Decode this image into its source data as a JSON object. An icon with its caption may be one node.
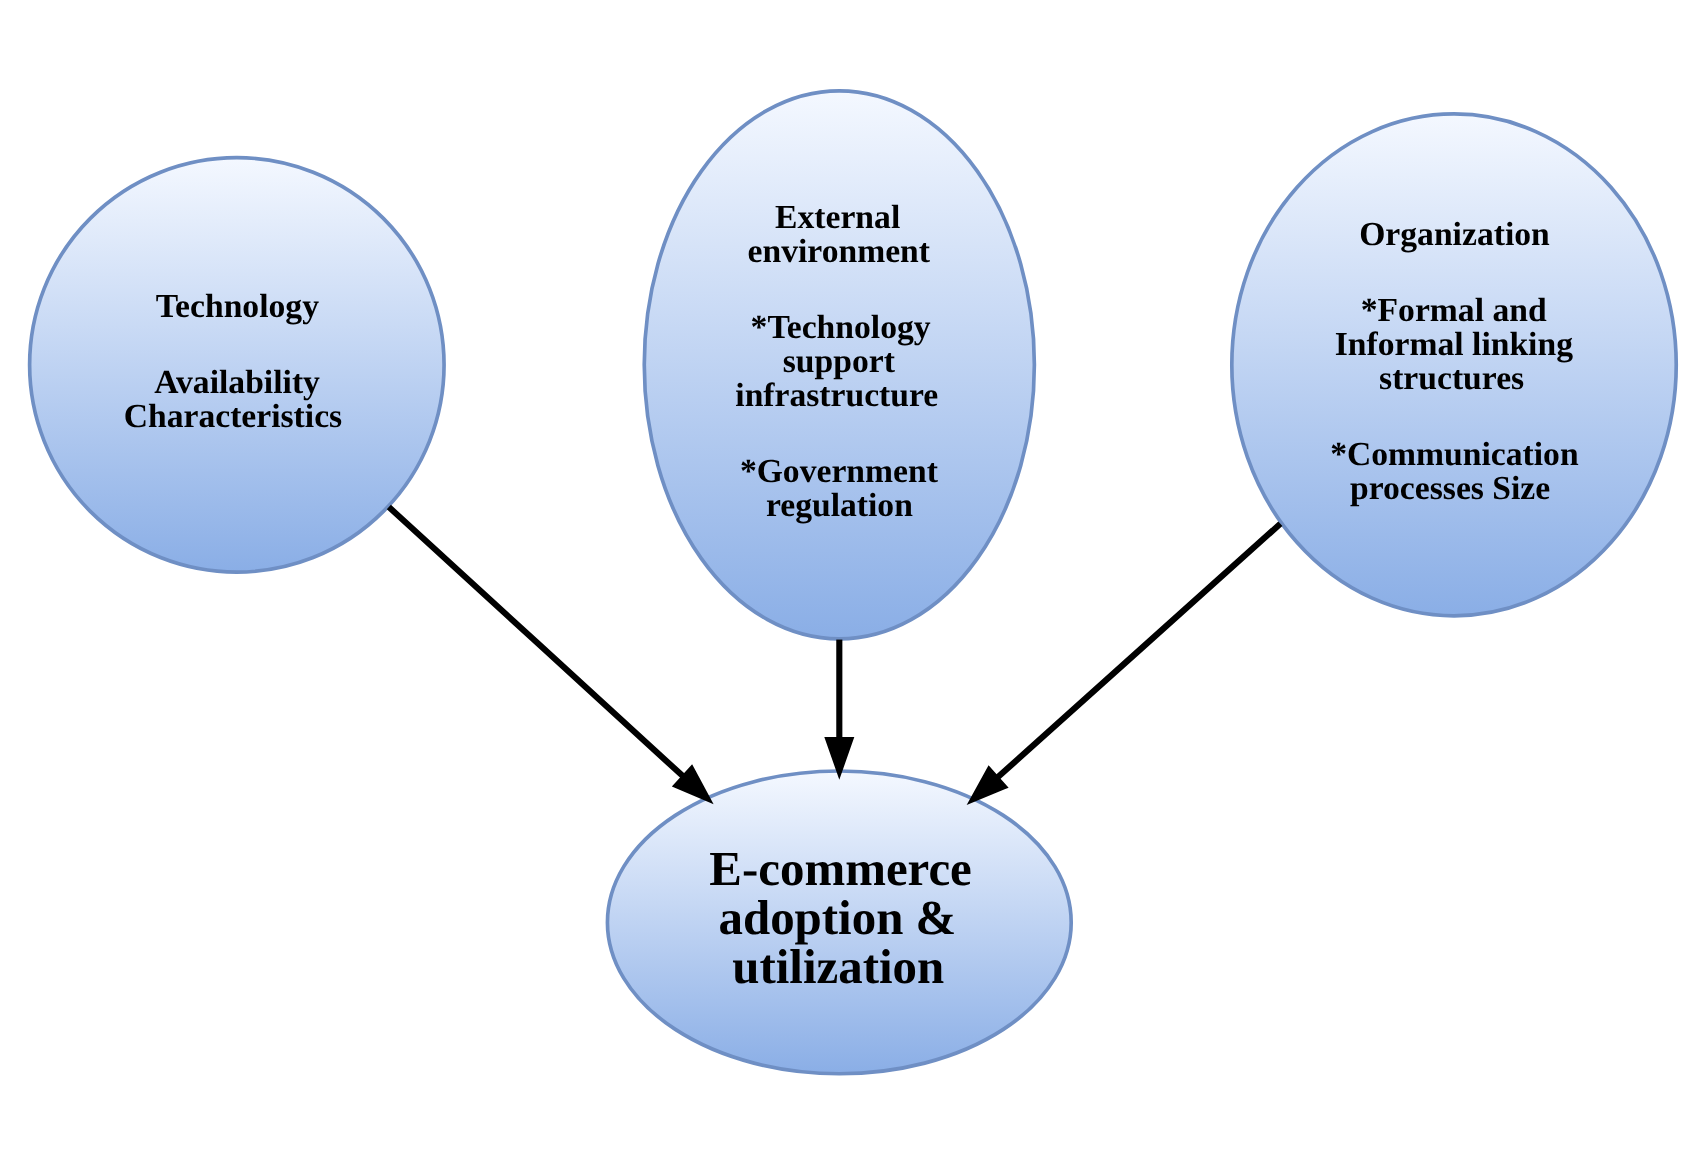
{
  "diagram": {
    "nodes": [
      {
        "text": [
          "Technology",
          "Availability Characteristics"
        ]
      },
      {
        "text": [
          "E-commerce adoption & utilization"
        ]
      },
      {
        "text": [
          "External environment",
          "*Technology support infrastructure",
          "*Government regulation"
        ]
      },
      {
        "text": [
          "Organization",
          "*Formal and Informal linking structures",
          "*Communication processes Size"
        ]
      }
    ],
    "edges": [
      {
        "from": 0,
        "to": 1,
        "arrow": "to"
      },
      {
        "from": 2,
        "to": 1,
        "arrow": "to"
      },
      {
        "from": 3,
        "to": 1,
        "arrow": "to"
      }
    ]
  }
}
